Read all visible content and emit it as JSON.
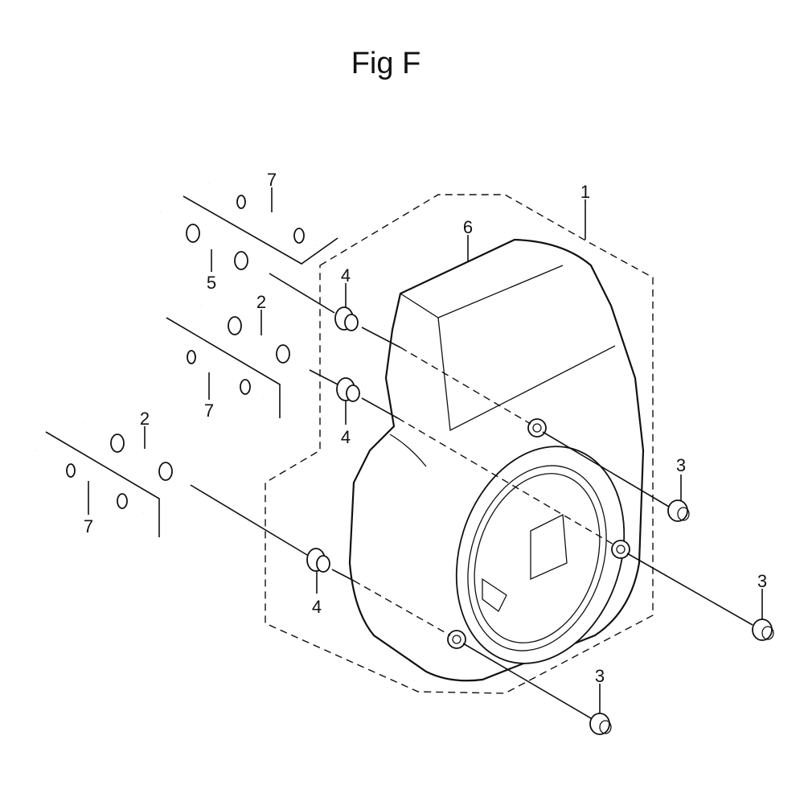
{
  "figure": {
    "title": "Fig F"
  },
  "callouts": {
    "c1": "1",
    "c6": "6",
    "c7a": "7",
    "c5": "5",
    "c4a": "4",
    "c2a": "2",
    "c7b": "7",
    "c4b": "4",
    "c2b": "2",
    "c7c": "7",
    "c4c": "4",
    "c3a": "3",
    "c3b": "3",
    "c3c": "3"
  }
}
